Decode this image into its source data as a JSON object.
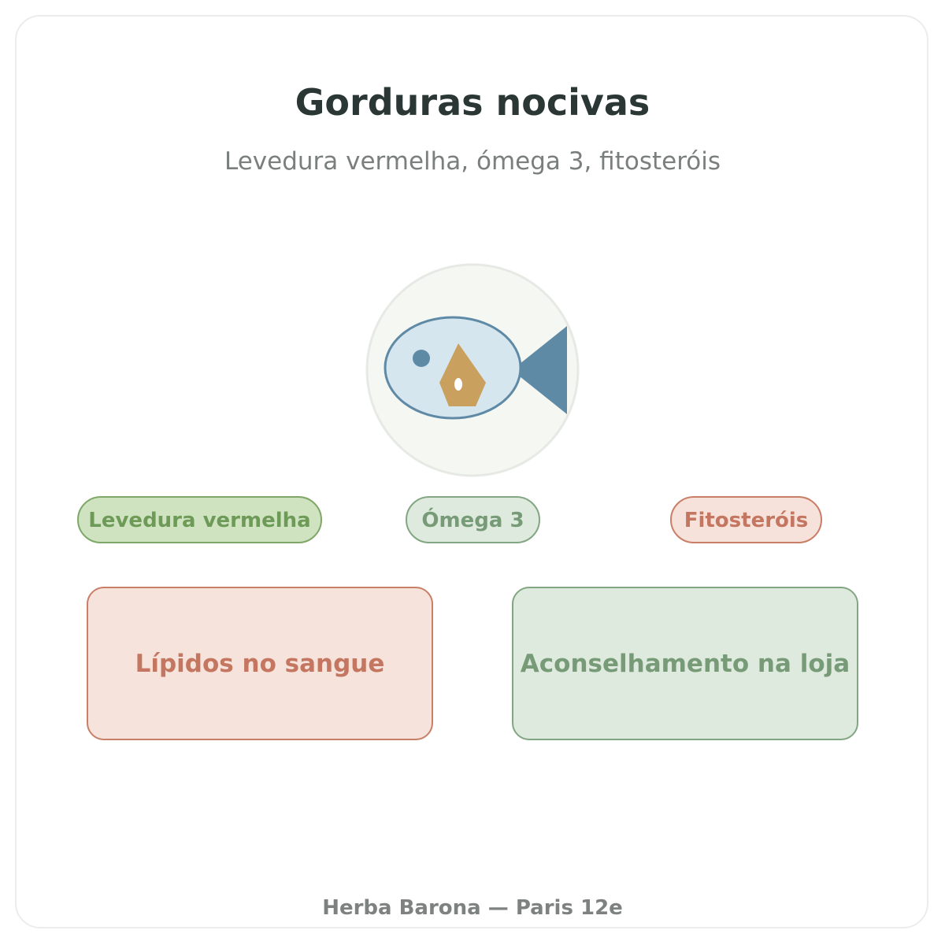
{
  "header": {
    "title": "Gorduras nocivas",
    "subtitle": "Levedura vermelha, ómega 3, fitosteróis"
  },
  "emblem": {
    "icon": "fish-icon",
    "colors": {
      "circle_fill": "#f5f7f3",
      "circle_stroke": "#e6e9e4",
      "body_fill": "#d6e6ef",
      "body_stroke": "#5f8aa6",
      "tail": "#5f8aa6",
      "drop": "#c9a05e"
    }
  },
  "tags": [
    {
      "label": "Levedura vermelha",
      "color": "#6e9a58"
    },
    {
      "label": "Ómega 3",
      "color": "#789b77"
    },
    {
      "label": "Fitosteróis",
      "color": "#c57660"
    }
  ],
  "boxes": [
    {
      "label": "Lípidos no sangue",
      "color": "#c47660"
    },
    {
      "label": "Aconselhamento na loja",
      "color": "#789b77"
    }
  ],
  "footer": {
    "text": "Herba Barona — Paris 12e"
  }
}
